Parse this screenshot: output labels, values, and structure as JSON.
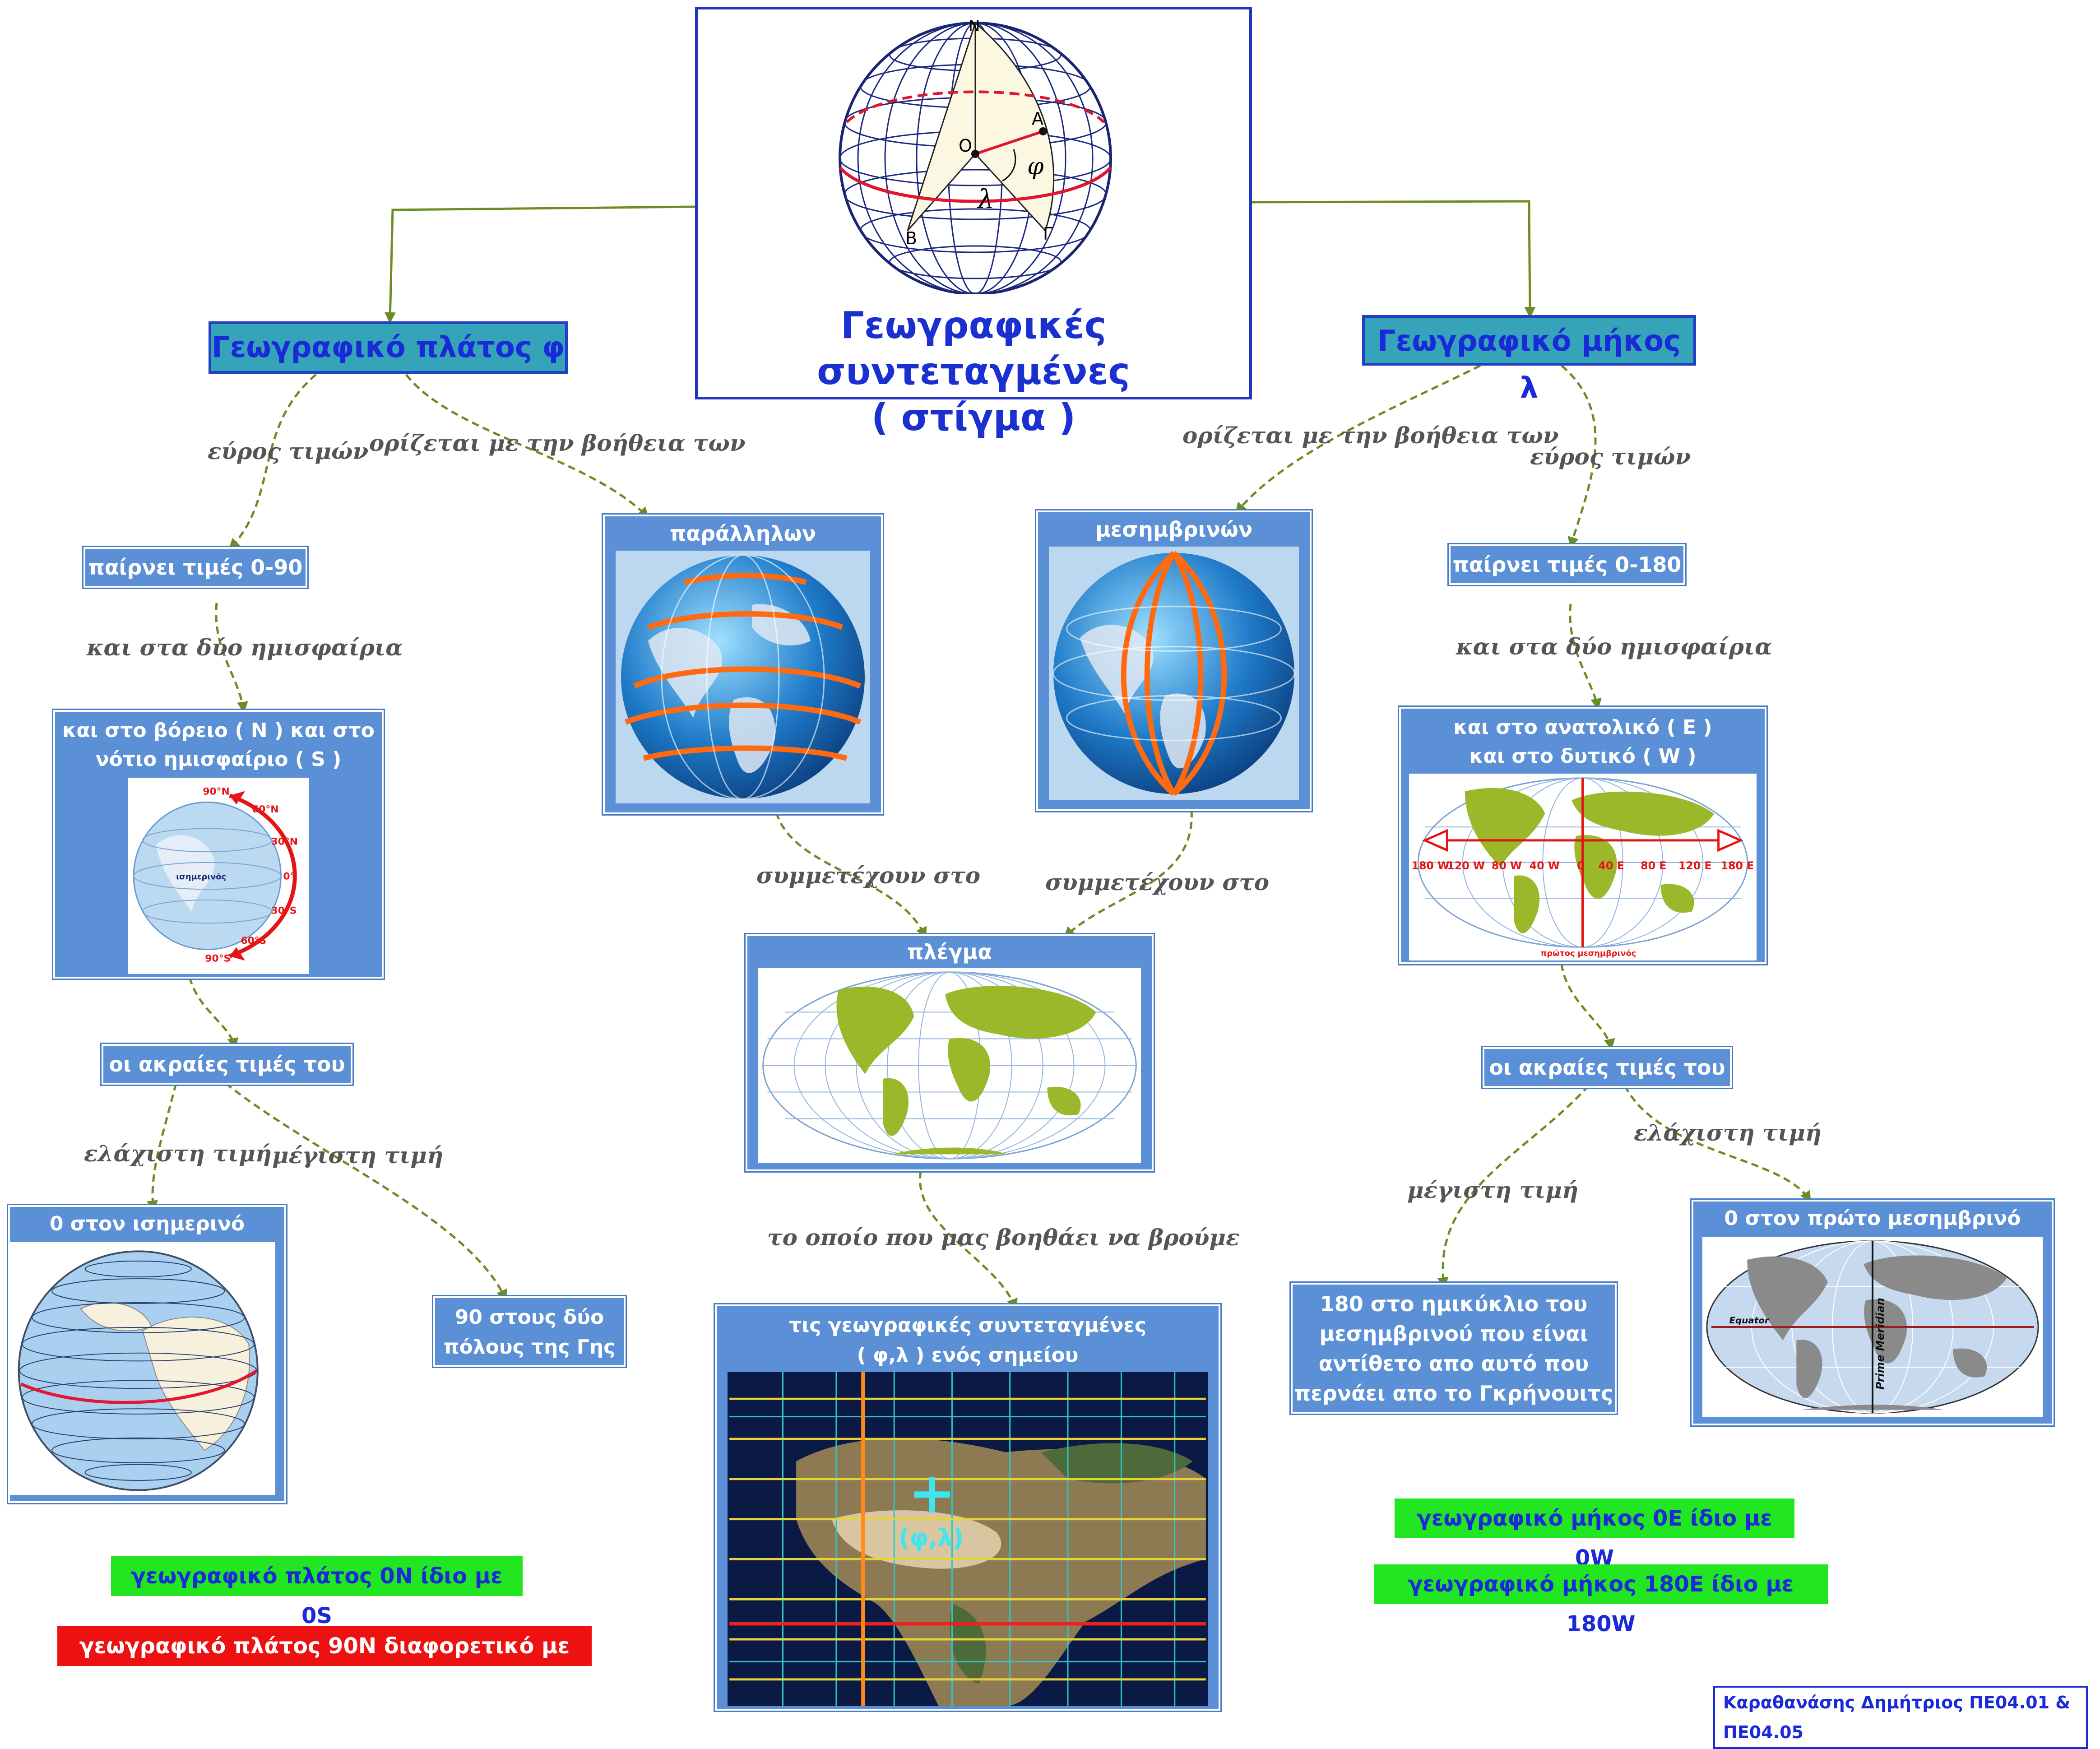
{
  "main_node": {
    "line1": "Γεωγραφικές συντεταγμένες",
    "line2": "( στίγμα )",
    "globe_labels": {
      "n": "N",
      "o": "O",
      "a": "A",
      "b": "B",
      "g": "Γ",
      "phi": "φ",
      "lambda": "λ"
    }
  },
  "latitude": {
    "title": "Γεωγραφικό πλάτος φ",
    "range_label": "εύρος τιμών",
    "defined_label": "ορίζεται με την βοήθεια των",
    "range_box": "παίρνει τιμές 0-90",
    "hemi_label": "και στα δύο ημισφαίρια",
    "hemi_box_line1": "και στο βόρειο ( N ) και στο",
    "hemi_box_line2": "νότιο ημισφαίριο ( S )",
    "hemi_pic_labels": [
      "90°N",
      "60°N",
      "30°N",
      "0°",
      "30°S",
      "60°S",
      "90°S"
    ],
    "equator_word": "ισημερινός",
    "extremes_box": "οι ακραίες τιμές του",
    "min_label": "ελάχιστη τιμή",
    "max_label": "μέγιστη τιμή",
    "min_box": "0 στον ισημερινό",
    "max_box_line1": "90 στους δύο",
    "max_box_line2": "πόλους της Γης",
    "note_green": "γεωγραφικό πλάτος  0N  ίδιο  με 0S",
    "note_red": "γεωγραφικό πλάτος  90N  διαφορετικό   με 90S"
  },
  "longitude": {
    "title": "Γεωγραφικό μήκος λ",
    "range_label": "εύρος τιμών",
    "defined_label": "ορίζεται με την βοήθεια των",
    "range_box": "παίρνει τιμές 0-180",
    "hemi_label": "και στα δύο ημισφαίρια",
    "hemi_box_line1": "και στο ανατολικό  ( E )",
    "hemi_box_line2": "και στο δυτικό ( W )",
    "hemi_pic_labels": [
      "180 W",
      "120 W",
      "80 W",
      "40 W",
      "0",
      "40 E",
      "80 E",
      "120 E",
      "180 E"
    ],
    "prime_word": "πρώτος μεσημβρινός",
    "extremes_box": "οι ακραίες τιμές του",
    "min_label": "ελάχιστη τιμή",
    "max_label": "μέγιστη τιμή",
    "min_box": "0 στον πρώτο μεσημβρινό",
    "prime_pic_labels": {
      "equator": "Equator",
      "meridian": "Prime Meridian"
    },
    "max_box_lines": [
      "180 στο ημικύκλιο του",
      "μεσημβρινού που είναι",
      "αντίθετο απο αυτό που",
      "περνάει απο το Γκρήνουιτς"
    ],
    "note_green1": "γεωγραφικό μήκος  0E  ίδιο  με 0W",
    "note_green2": "γεωγραφικό μήκος  180E  ίδιο   με 180W"
  },
  "parallels_box": "παράλληλων",
  "meridians_box": "μεσημβρινών",
  "participate_label_left": "συμμετέχουν στο",
  "participate_label_right": "συμμετέχουν στο",
  "grid_box": "πλέγμα",
  "helps_label": "το οποίο που μας βοηθάει να βρούμε",
  "coords_box_line1": "τις γεωγραφικές συντεταγμένες",
  "coords_box_line2": "( φ,λ ) ενός σημείου",
  "coords_pic_label": "(φ,λ)",
  "credit": "Καραθανάσης Δημήτριος ΠΕ04.01 & ΠΕ04.05",
  "colors": {
    "link": "#6b8e23",
    "box": "#5b8fd6",
    "teal": "#36a4b8",
    "title_text": "#1a30d0",
    "green": "#22e622",
    "red": "#ee1111"
  }
}
